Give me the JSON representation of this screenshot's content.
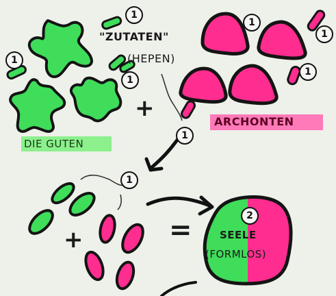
{
  "labels": {
    "zutaten": "\"ZUTATEN\"",
    "hepen": "(HEPEN)",
    "die_guten": "DIE GUTEN",
    "archonten": "ARCHONTEN",
    "seele": "SEELE",
    "formlos": "(FORMLOS)"
  },
  "symbols": {
    "plus": "+",
    "equals": "="
  },
  "badges": {
    "one": "1",
    "two": "2"
  },
  "colors": {
    "good": "#3fdd5a",
    "evil": "#ff2d8f",
    "ink": "#141414",
    "paper": "#eef0ea"
  }
}
